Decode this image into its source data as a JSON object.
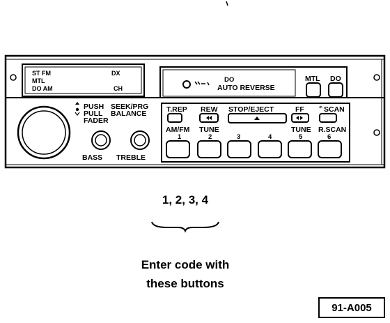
{
  "display": {
    "left": [
      "ST FM",
      "MTL",
      "DO AM"
    ],
    "right": [
      "DX",
      "CH"
    ]
  },
  "cassette": {
    "small_text": "DO",
    "auto_reverse": "AUTO REVERSE"
  },
  "tape_buttons": {
    "mtl": "MTL",
    "dolby": "DO"
  },
  "controls": {
    "left_labels": [
      "PUSH",
      "PULL",
      "FADER"
    ],
    "right_labels": [
      "SEEK/PRG",
      "BALANCE"
    ],
    "bass": "BASS",
    "treble": "TREBLE"
  },
  "upper_buttons": [
    "T.REP",
    "REW",
    "STOP/EJECT",
    "FF",
    "SCAN"
  ],
  "lower_buttons": [
    {
      "label": "AM/FM",
      "number": "1"
    },
    {
      "label": "TUNE",
      "number": "2"
    },
    {
      "label": "",
      "number": "3"
    },
    {
      "label": "",
      "number": "4"
    },
    {
      "label": "TUNE",
      "number": "5"
    },
    {
      "label": "R.SCAN",
      "number": "6"
    }
  ],
  "code_digits": "1, 2, 3, 4",
  "caption": [
    "Enter code with",
    "these buttons"
  ],
  "reference": "91-A005"
}
